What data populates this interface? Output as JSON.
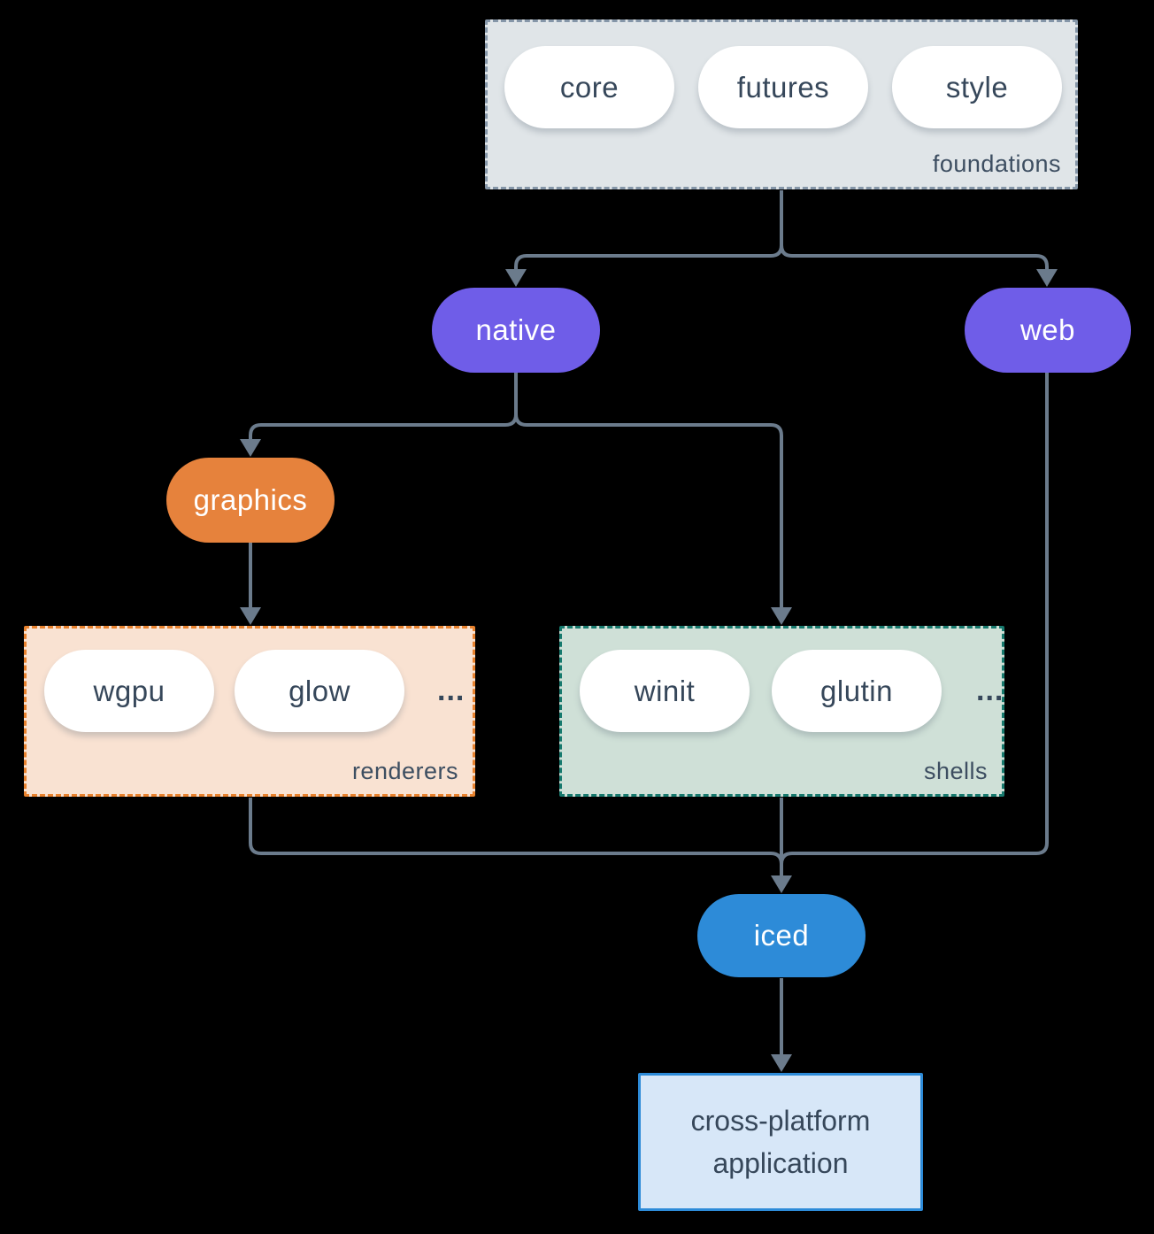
{
  "colors": {
    "background": "#000000",
    "connector": "#6b7b8c",
    "node_purple": "#6f5de8",
    "node_orange": "#e6823c",
    "node_blue": "#2d8bd8",
    "foundations_fill": "#e0e5e8",
    "foundations_border": "#8596a8",
    "renderers_fill": "#f9e2d2",
    "renderers_border": "#e8822e",
    "shells_fill": "#cfe0d7",
    "shells_border": "#177a6e",
    "application_fill": "#d7e7f8",
    "application_border": "#2d8bd8",
    "dark_text": "#36475a"
  },
  "foundations": {
    "label": "foundations",
    "pills": [
      "core",
      "futures",
      "style"
    ]
  },
  "nodes": {
    "native": "native",
    "web": "web",
    "graphics": "graphics",
    "iced": "iced"
  },
  "renderers": {
    "label": "renderers",
    "pills": [
      "wgpu",
      "glow"
    ],
    "more": "..."
  },
  "shells": {
    "label": "shells",
    "pills": [
      "winit",
      "glutin"
    ],
    "more": "..."
  },
  "application": {
    "label": "cross-platform application"
  }
}
